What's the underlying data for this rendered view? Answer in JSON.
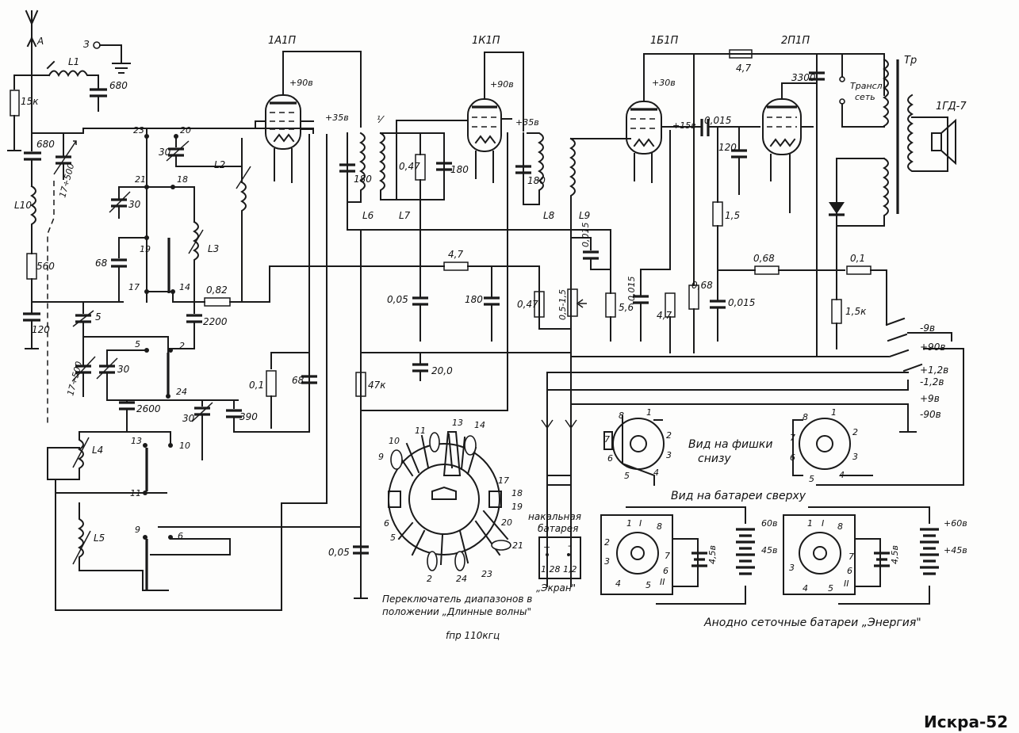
{
  "title": "Искра-52",
  "tubes": {
    "v1": "1А1П",
    "v2": "1К1П",
    "v3": "1Б1П",
    "v4": "2П1П"
  },
  "captions": {
    "switch": [
      "Переключатель диапазонов в",
      "положении „Длинные волны\""
    ],
    "if_freq": "fпр 110кгц",
    "filament_battery": [
      "накальная",
      "батарея"
    ],
    "screen": "„Экран\"",
    "plug_bottom": [
      "Вид на фишки",
      "снизу"
    ],
    "battery_top": "Вид на батареи сверху",
    "anode_batteries": "Анодно сеточные батареи „Энергия\"",
    "transformer": "Тр",
    "speaker": "1ГД-7",
    "translation": [
      "Трансл",
      "сеть"
    ]
  },
  "supply_labels": [
    "-9в",
    "+90в",
    "+1,2в",
    "-1,2в",
    "+9в",
    "-90в"
  ],
  "voltages": [
    "+90в",
    "+35в",
    "+90в",
    "+35в",
    "+30в",
    "+15в"
  ],
  "components": {
    "antenna": "А",
    "ground": "З",
    "L1": "L1",
    "c680a": "680",
    "r15k": "15к",
    "c680b": "680",
    "c17_500a": "17÷500",
    "L10": "L10",
    "r560": "560",
    "c120": "120",
    "c5": "5",
    "c17_500b": "17÷500",
    "c30a": "30",
    "c30b": "30",
    "c68a": "68",
    "L2": "L2",
    "L3": "L3",
    "r082": "0,82",
    "c2200": "2200",
    "c30c": "30",
    "c2600": "2600",
    "c30d": "30",
    "c390": "390",
    "r01a": "0,1",
    "c68b": "68",
    "L4": "L4",
    "L5": "L5",
    "c180a": "180",
    "L6": "L6",
    "r047a": "0,47",
    "c180b": "180",
    "L7": "L7",
    "c180c": "180",
    "L8": "L8",
    "L9": "L9",
    "c0015a": "0,015",
    "r47": "4,7",
    "c005a": "0,05",
    "c180d": "180",
    "r047b": "0,47",
    "pot": "0,5-1,5",
    "r56": "5,6",
    "c0015b": "0,015",
    "r47b": "4,7",
    "r068a": "0,68",
    "r47k": "47к",
    "c200": "20,0",
    "c005b": "0,05",
    "r47c": "4,7",
    "c3300": "3300",
    "c0015c": "0,015",
    "c120b": "120",
    "r15": "1,5",
    "r068b": "0,68",
    "c0015d": "0,015",
    "r01b": "0,1",
    "r15k_b": "1,5к"
  },
  "switch_positions": [
    "13",
    "14",
    "11",
    "10",
    "9",
    "17",
    "18",
    "19",
    "20",
    "21",
    "23",
    "24",
    "2",
    "5",
    "6"
  ],
  "nodes": [
    "23",
    "20",
    "21",
    "18",
    "19",
    "17",
    "14",
    "5",
    "2",
    "24",
    "13",
    "10",
    "11",
    "9",
    "6"
  ],
  "tube_pins": [
    "1",
    "2",
    "3",
    "4",
    "5",
    "6",
    "7",
    "8"
  ],
  "battery_values": {
    "filament": [
      "+",
      "-",
      "1,28",
      "1,2"
    ],
    "b1": [
      "4,5в"
    ],
    "b2": [
      "60в",
      "45в",
      "4,5в",
      "+60в",
      "+45в"
    ]
  },
  "roman": [
    "I",
    "II"
  ]
}
